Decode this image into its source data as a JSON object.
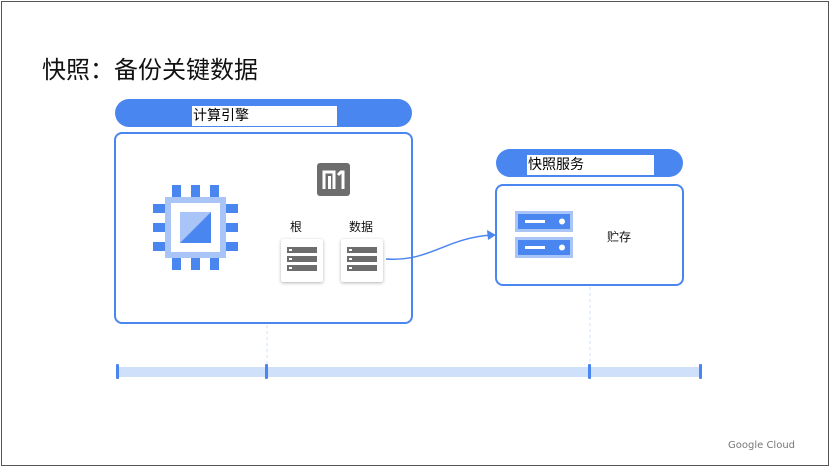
{
  "slide": {
    "title": "快照：备份关键数据"
  },
  "compute_engine": {
    "label": "计算引擎",
    "root_disk_label": "根",
    "data_disk_label": "数据"
  },
  "snapshot_service": {
    "label": "快照服务",
    "storage_label": "贮存"
  },
  "footer": {
    "brand": "Google Cloud"
  },
  "colors": {
    "accent_blue": "#4a86f0",
    "light_blue": "#cfe0fb",
    "dark_gray": "#6d6d6d",
    "icon_light": "#a9c4f6"
  },
  "icons": {
    "cpu": "cpu-chip-icon",
    "compute_engine_logo": "compute-engine-logo-icon",
    "disk": "persistent-disk-icon",
    "storage": "storage-server-icon",
    "arrow": "curved-arrow-icon"
  }
}
